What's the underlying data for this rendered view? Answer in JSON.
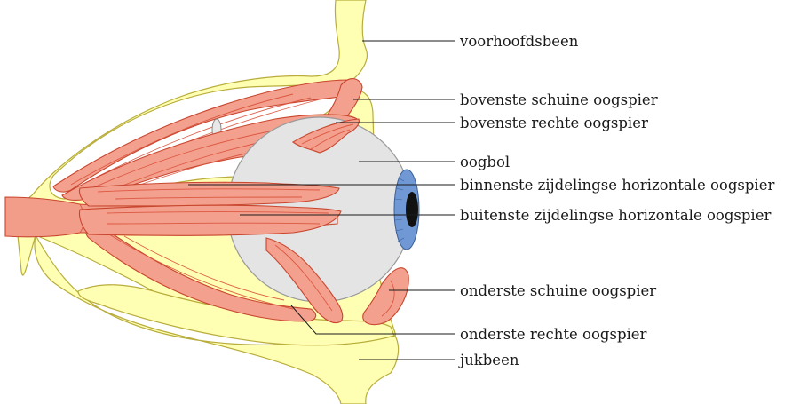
{
  "labels": {
    "frontal_bone": "voorhoofdsbeen",
    "superior_oblique": "bovenste schuine oogspier",
    "superior_rectus": "bovenste rechte oogspier",
    "eyeball": "oogbol",
    "medial_rectus": "binnenste zijdelingse horizontale oogspier",
    "lateral_rectus": "buitenste zijdelingse horizontale oogspier",
    "inferior_oblique": "onderste schuine oogspier",
    "inferior_rectus": "onderste rechte oogspier",
    "zygomatic_bone": "jukbeen"
  },
  "colors": {
    "bone": "#ffffb4",
    "bone_outline": "#b8ad3c",
    "muscle": "#f4a08e",
    "muscle_outline": "#c8462e",
    "eyeball": "#e4e4e4",
    "iris": "#6f98d4",
    "pupil": "#111111"
  }
}
